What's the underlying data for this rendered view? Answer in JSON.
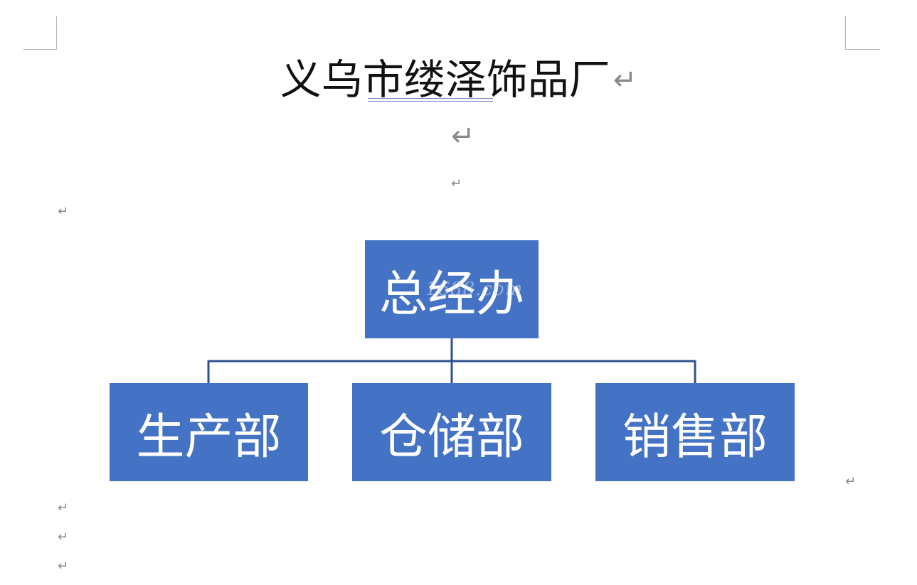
{
  "document": {
    "title": "义乌市缕泽饰品厂",
    "paragraph_mark": "↵",
    "watermark": "1688.com"
  },
  "org_chart": {
    "top": {
      "label": "总经办"
    },
    "children": [
      {
        "label": "生产部"
      },
      {
        "label": "仓储部"
      },
      {
        "label": "销售部"
      }
    ],
    "box_color": "#4472c4",
    "connector_color": "#2f528f"
  }
}
